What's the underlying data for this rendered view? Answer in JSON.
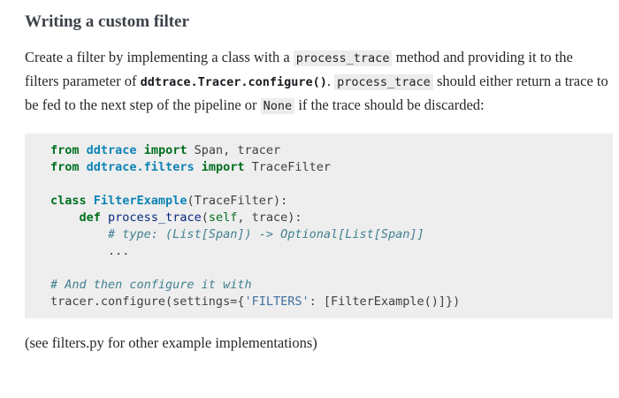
{
  "colors": {
    "kw": "#007020",
    "ns": "#0e84b5",
    "fn": "#06287e",
    "bi": "#007020",
    "cm": "#408090",
    "st": "#4070a0",
    "code-default": "#404040",
    "code-bg": "#eeeeee",
    "inline-code-bg": "#ececec",
    "body-text": "#26282c",
    "heading": "#3c4149",
    "page-bg": "#ffffff"
  },
  "page": {
    "heading": "Writing a custom filter",
    "footer_note": "(see filters.py for other example implementations)"
  },
  "paragraph": {
    "segments": [
      {
        "type": "text",
        "text": "Create a filter by implementing a class with a "
      },
      {
        "type": "code",
        "text": "process_trace"
      },
      {
        "type": "text",
        "text": " method and providing it to the filters parameter of "
      },
      {
        "type": "code-bold",
        "text": "ddtrace.Tracer.configure()"
      },
      {
        "type": "text",
        "text": ". "
      },
      {
        "type": "code",
        "text": "process_trace"
      },
      {
        "type": "text",
        "text": " should either return a trace to be fed to the next step of the pipeline or "
      },
      {
        "type": "code",
        "text": "None"
      },
      {
        "type": "text",
        "text": " if the trace should be discarded:"
      }
    ]
  },
  "code_block": {
    "lines": [
      {
        "tokens": [
          {
            "t": "kw",
            "s": "from"
          },
          {
            "t": "plain",
            "s": " "
          },
          {
            "t": "ns",
            "s": "ddtrace"
          },
          {
            "t": "plain",
            "s": " "
          },
          {
            "t": "kw",
            "s": "import"
          },
          {
            "t": "plain",
            "s": " Span, tracer"
          }
        ]
      },
      {
        "tokens": [
          {
            "t": "kw",
            "s": "from"
          },
          {
            "t": "plain",
            "s": " "
          },
          {
            "t": "ns",
            "s": "ddtrace.filters"
          },
          {
            "t": "plain",
            "s": " "
          },
          {
            "t": "kw",
            "s": "import"
          },
          {
            "t": "plain",
            "s": " TraceFilter"
          }
        ]
      },
      {
        "tokens": []
      },
      {
        "tokens": [
          {
            "t": "kw",
            "s": "class"
          },
          {
            "t": "plain",
            "s": " "
          },
          {
            "t": "nc",
            "s": "FilterExample"
          },
          {
            "t": "plain",
            "s": "(TraceFilter):"
          }
        ]
      },
      {
        "tokens": [
          {
            "t": "plain",
            "s": "    "
          },
          {
            "t": "kw",
            "s": "def"
          },
          {
            "t": "plain",
            "s": " "
          },
          {
            "t": "fn",
            "s": "process_trace"
          },
          {
            "t": "plain",
            "s": "("
          },
          {
            "t": "bi",
            "s": "self"
          },
          {
            "t": "plain",
            "s": ", trace):"
          }
        ]
      },
      {
        "tokens": [
          {
            "t": "plain",
            "s": "        "
          },
          {
            "t": "cm",
            "s": "# type: (List[Span]) -> Optional[List[Span]]"
          }
        ]
      },
      {
        "tokens": [
          {
            "t": "plain",
            "s": "        ..."
          }
        ]
      },
      {
        "tokens": []
      },
      {
        "tokens": [
          {
            "t": "cm",
            "s": "# And then configure it with"
          }
        ]
      },
      {
        "tokens": [
          {
            "t": "plain",
            "s": "tracer.configure(settings={"
          },
          {
            "t": "st",
            "s": "'FILTERS'"
          },
          {
            "t": "plain",
            "s": ": [FilterExample()]})"
          }
        ]
      }
    ]
  }
}
